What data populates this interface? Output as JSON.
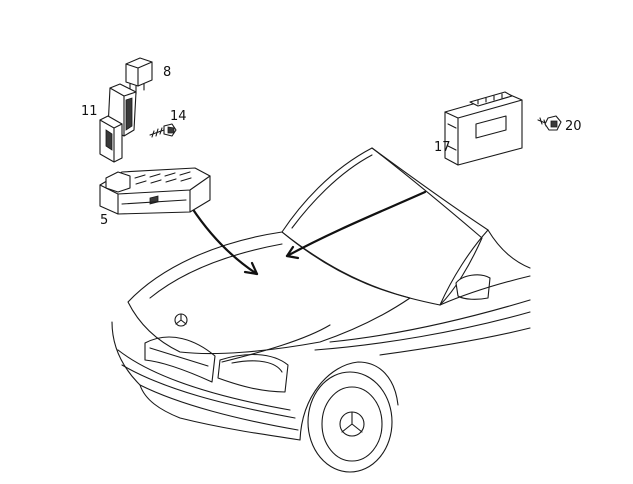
{
  "figure": {
    "callouts": [
      "8",
      "11",
      "14",
      "5",
      "17",
      "20"
    ]
  }
}
